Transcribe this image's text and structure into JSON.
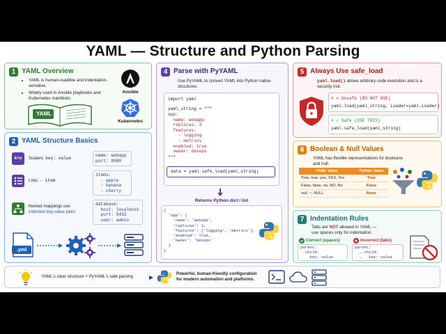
{
  "title": "YAML — Structure and Python Parsing",
  "p1": {
    "num": "1",
    "title": "YAML Overview",
    "bullets": [
      "YAML is human-readible and indentation-sensitive.",
      "Widely used in Ansible playbooks and Kubernetes manifests."
    ],
    "book_label": "YAML",
    "ansible_label": "Ansible",
    "kubernetes_label": "Kubernetes"
  },
  "p2": {
    "num": "2",
    "title": "YAML Structure Basics",
    "kv_icon": "k=v",
    "scalars_label": "Scalars:",
    "scalars_code": "key: value",
    "scalars_example": "name: webapp\nport: 8080",
    "lists_label": "Lists:",
    "lists_code": "- item",
    "lists_example": "items:\n  - apple\n  - banana\n  - cherry",
    "nested_label1": "Nested mappings use",
    "nested_label2": "indented key-value pairs",
    "nested_example": "database:\n  host: localhost\n  port: 5432\n  user: admin",
    "file_label": ".yml"
  },
  "p4": {
    "num": "4",
    "title": "Parse with PyYAML",
    "desc": "Use PyYAML to convert YAML into Python native structures.",
    "code_import": "import yaml",
    "code_assign": "yaml_string = \"\"\"",
    "code_yaml": "app:\n  name: webapp\n  replicas: 3\n  features:\n    - logging\n    - metrics\n  enabled: true\n  owner: devops",
    "code_close": "\"\"\"",
    "code_load": "data = yaml.safe_load(yaml_string)",
    "returns_label": "Returns Python dict / list",
    "dict_output": "{\n  'app': {\n    'name': 'webapp',\n    'replicas': 3,\n    'features': ['logging', 'metrics'],\n    'enabled': True,\n    'owner': 'devops'\n  }\n}"
  },
  "p5": {
    "num": "5",
    "title": "Always Use safe_load",
    "desc_code": "yaml.load()",
    "desc": " allows arbitrary code execution and is a security risk.",
    "unsafe_label": "# ✕ Unsafe (DO NOT USE)",
    "unsafe_code": "yaml.load(yaml_string, Loader=yaml.Loader)",
    "safe_label": "# ✓ Safe (USE THIS)",
    "safe_code": "yaml.safe_load(yaml_string)"
  },
  "p6": {
    "num": "6",
    "title": "Boolean & Null Values",
    "desc": "YAML has flexible representations for booleans and null.",
    "headers": [
      "YAML Value",
      "Python Value"
    ],
    "rows": [
      [
        "True, true, yes, YES, Yes",
        "True"
      ],
      [
        "False, false, no, NO, No",
        "False"
      ],
      [
        "null, ~, NULL",
        "None"
      ]
    ]
  },
  "p7": {
    "num": "7",
    "title": "Indentation Rules",
    "desc_a": "Tabs are ",
    "desc_b": "NOT",
    "desc_c": " allowed in YAML —",
    "desc_d": "use spaces only for indentation.",
    "correct_label": "Correct (spaces)",
    "correct_code": "parent:\n  child:\n    key: value",
    "incorrect_label": "Incorrect (tabs)",
    "incorrect_code": "parent:\n  → child:\n  →   key: value"
  },
  "footer": {
    "text1": "YAML's clear structure + PyYAML's safe parsing",
    "text2a": "Powerful, human-friendly configuration",
    "text2b": "for modern automation and platforms."
  },
  "colors": {
    "green": "#2e7d32",
    "blue": "#1f5fb8",
    "purple": "#5b3fa6",
    "red": "#c62828",
    "orange": "#e67e00",
    "teal": "#1d7f78"
  }
}
